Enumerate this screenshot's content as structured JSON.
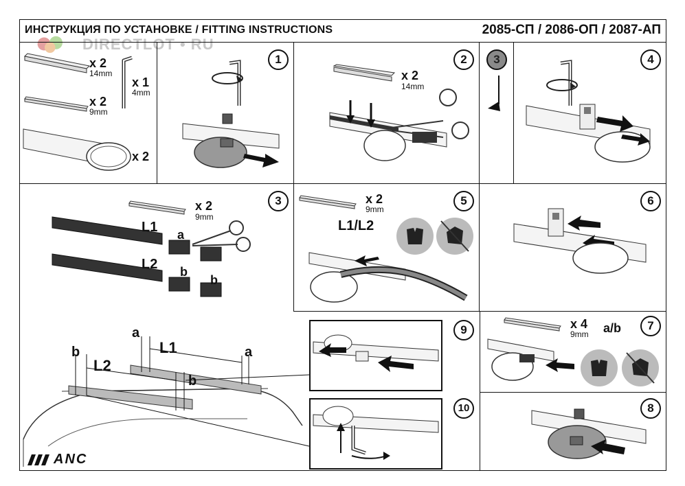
{
  "header": {
    "title": "ИНСТРУКЦИЯ ПО УСТАНОВКЕ / FITTING INSTRUCTIONS",
    "models": "2085-СП / 2086-ОП / 2087-АП"
  },
  "watermark": "DIRECTLOT • RU",
  "parts": {
    "rail_14_qty": "x 2",
    "rail_14_size": "14mm",
    "key_qty": "x 1",
    "key_size": "4mm",
    "rail_9_qty": "x 2",
    "rail_9_size": "9mm",
    "bar_qty": "x 2"
  },
  "steps": {
    "s1": "1",
    "s2": "2",
    "s3gray": "3",
    "s4": "4",
    "s3": "3",
    "s5": "5",
    "s6": "6",
    "s7": "7",
    "s8": "8",
    "s9": "9",
    "s10": "10"
  },
  "step2": {
    "qty": "x 2",
    "size": "14mm"
  },
  "step3": {
    "qty": "x 2",
    "size": "9mm",
    "l1": "L1",
    "l2": "L2",
    "a": "a",
    "b": "b"
  },
  "step5": {
    "qty": "x 2",
    "size": "9mm",
    "label": "L1/L2"
  },
  "step7": {
    "qty": "x 4",
    "size": "9mm",
    "label": "a/b"
  },
  "install": {
    "a": "a",
    "b": "b",
    "l1": "L1",
    "l2": "L2"
  },
  "logo": "ANC"
}
